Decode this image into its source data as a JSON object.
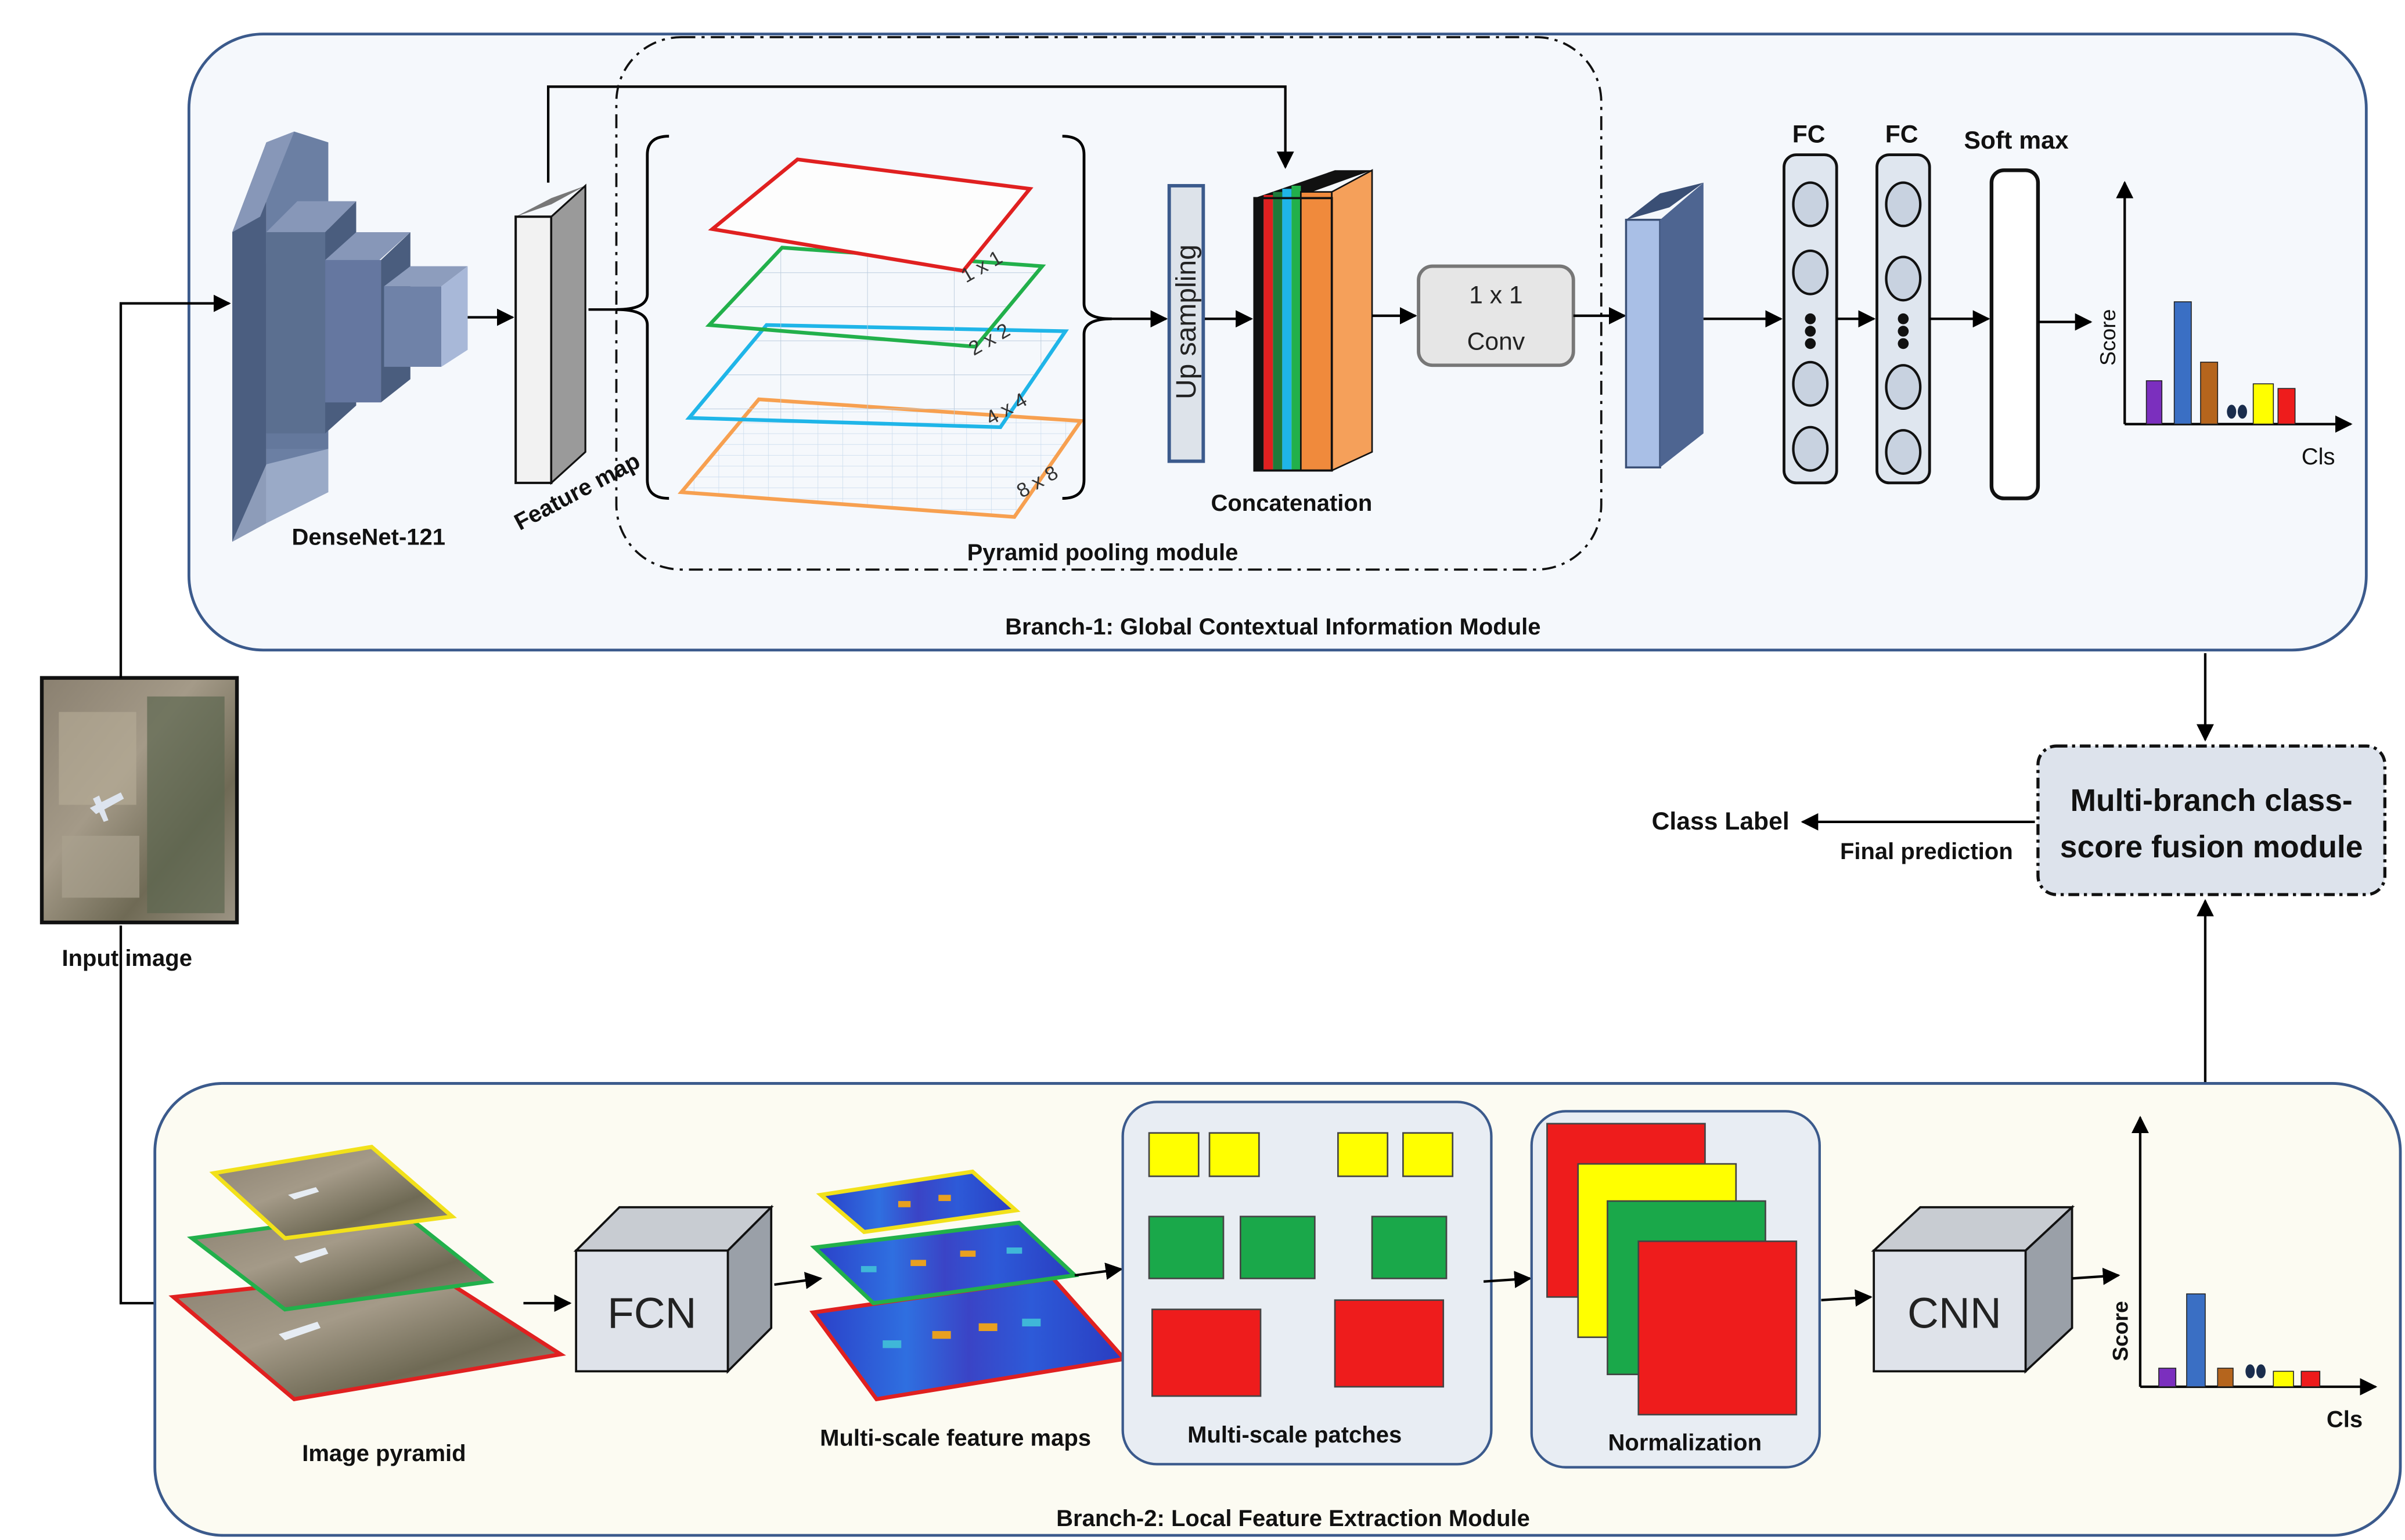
{
  "branch1": {
    "title": "Branch-1: Global Contextual Information Module",
    "densenet_label": "DenseNet-121",
    "feature_map_label": "Feature map",
    "pyramid": {
      "title": "Pyramid pooling module",
      "grids": [
        "1 x 1",
        "2 x 2",
        "4 x 4",
        "8 x 8"
      ],
      "colors": [
        "#e02020",
        "#22b04b",
        "#1fb5e8",
        "#f7a050"
      ]
    },
    "upsampling_label": "Up sampling",
    "concat_label": "Concatenation",
    "conv": {
      "line1": "1 x 1",
      "line2": "Conv"
    },
    "fc1_label": "FC",
    "fc2_label": "FC",
    "softmax_label": "Soft max",
    "chart": {
      "y_label": "Score",
      "x_label": "Cls"
    }
  },
  "input_image_label": "Input image",
  "fusion": {
    "line1": "Multi-branch class-",
    "line2": "score fusion module"
  },
  "final_prediction_label": "Final prediction",
  "class_label": "Class Label",
  "branch2": {
    "title": "Branch-2: Local Feature Extraction Module",
    "image_pyramid_label": "Image pyramid",
    "fcn_label": "FCN",
    "feature_maps_label": "Multi-scale feature maps",
    "patches_label": "Multi-scale patches",
    "normalization_label": "Normalization",
    "cnn_label": "CNN",
    "chart": {
      "y_label": "Score",
      "x_label": "Cls"
    }
  },
  "colors": {
    "panel_border": "#3b5a8c",
    "panel_fill_top": "#f5f8fc",
    "panel_fill_bottom": "#fcfbf2",
    "block": "#5b6f90",
    "purple": "#7b2fbe",
    "blue": "#3a6fc4",
    "brown": "#b5651d",
    "yellow": "#ffff00",
    "red": "#ee1c1c",
    "green": "#1aa84a"
  }
}
